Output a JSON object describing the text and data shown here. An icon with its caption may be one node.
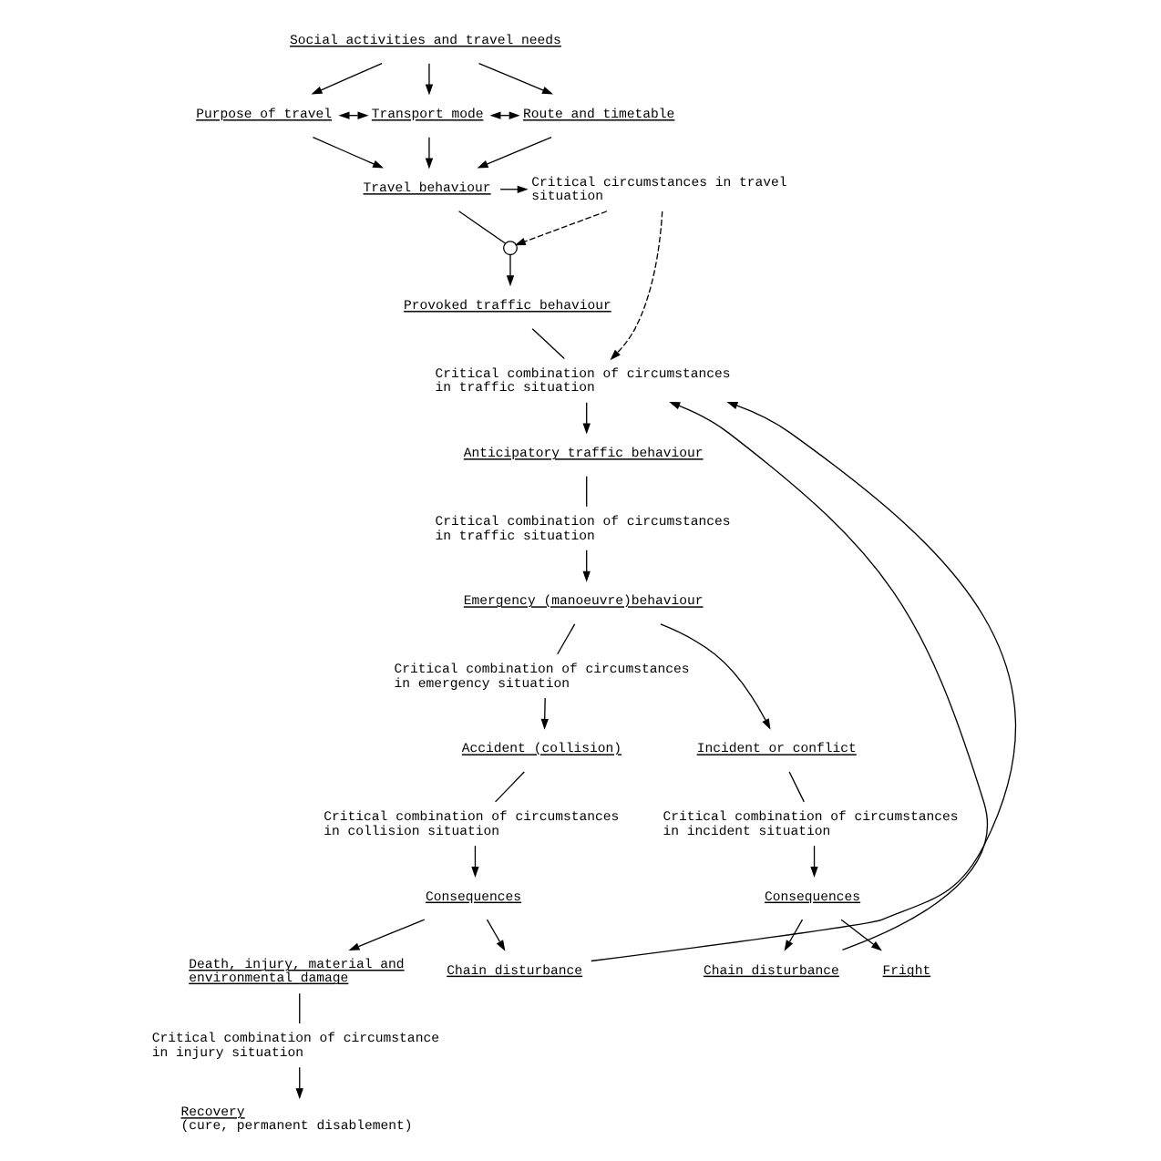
{
  "diagram": {
    "nodes": [
      {
        "text": [
          "Social activities and travel needs"
        ]
      },
      {
        "text": [
          "Purpose of travel"
        ]
      },
      {
        "text": [
          "Transport mode"
        ]
      },
      {
        "text": [
          "Route and timetable"
        ]
      },
      {
        "text": [
          "Travel behaviour"
        ]
      },
      {
        "text": [
          "Critical circumstances in travel situation"
        ]
      },
      {
        "text": [],
        "shape": "circle"
      },
      {
        "text": [
          "Provoked traffic behaviour"
        ]
      },
      {
        "text": [
          "Critical combination of circumstances in traffic situation"
        ]
      },
      {
        "text": [
          "Anticipatory traffic behaviour"
        ]
      },
      {
        "text": [
          "Critical combination of circumstances in traffic situation"
        ]
      },
      {
        "text": [
          "Emergency (manoeuvre)behaviour"
        ]
      },
      {
        "text": [
          "Critical combination of circumstances in emergency situation"
        ]
      },
      {
        "text": [
          "Incident or conflict"
        ]
      },
      {
        "text": [
          "Accident (collision)"
        ]
      },
      {
        "text": [
          "Critical combination of circumstances in incident situation"
        ]
      },
      {
        "text": [
          "Critical combination of circumstances in collision situation"
        ]
      },
      {
        "text": [
          "Consequences"
        ]
      },
      {
        "text": [
          "Consequences"
        ]
      },
      {
        "text": [
          "Chain disturbance"
        ]
      },
      {
        "text": [
          "Fright"
        ]
      },
      {
        "text": [
          "Death, injury, material and environmental damage"
        ]
      },
      {
        "text": [
          "Chain disturbance"
        ]
      },
      {
        "text": [
          "Critical combination of circumstance in injury situation"
        ]
      },
      {
        "text": [
          "Recovery",
          "(cure, permanent disablement)"
        ]
      }
    ],
    "edges": [
      {
        "from": 0,
        "to": 1,
        "arrow": "to"
      },
      {
        "from": 0,
        "to": 2,
        "arrow": "to"
      },
      {
        "from": 0,
        "to": 3,
        "arrow": "to"
      },
      {
        "from": 1,
        "to": 2,
        "arrow": "both"
      },
      {
        "from": 2,
        "to": 3,
        "arrow": "both"
      },
      {
        "from": 1,
        "to": 4,
        "arrow": "to"
      },
      {
        "from": 2,
        "to": 4,
        "arrow": "to"
      },
      {
        "from": 3,
        "to": 4,
        "arrow": "to"
      },
      {
        "from": 4,
        "to": 5,
        "arrow": "to"
      },
      {
        "from": 4,
        "to": 6,
        "arrow": "none"
      },
      {
        "from": 6,
        "to": 7,
        "arrow": "to"
      },
      {
        "from": 5,
        "to": 6,
        "arrow": "to",
        "style": "dashed"
      },
      {
        "from": 5,
        "to": 8,
        "arrow": "to",
        "style": "dashed"
      },
      {
        "from": 7,
        "to": 8,
        "arrow": "none"
      },
      {
        "from": 8,
        "to": 9,
        "arrow": "to"
      },
      {
        "from": 9,
        "to": 10,
        "arrow": "none"
      },
      {
        "from": 10,
        "to": 11,
        "arrow": "to"
      },
      {
        "from": 11,
        "to": 13,
        "arrow": "to"
      },
      {
        "from": 11,
        "to": 12,
        "arrow": "none"
      },
      {
        "from": 12,
        "to": 14,
        "arrow": "to"
      },
      {
        "from": 13,
        "to": 15,
        "arrow": "none"
      },
      {
        "from": 15,
        "to": 17,
        "arrow": "to"
      },
      {
        "from": 14,
        "to": 16,
        "arrow": "none"
      },
      {
        "from": 16,
        "to": 18,
        "arrow": "to"
      },
      {
        "from": 17,
        "to": 19,
        "arrow": "to"
      },
      {
        "from": 17,
        "to": 20,
        "arrow": "to"
      },
      {
        "from": 18,
        "to": 21,
        "arrow": "to"
      },
      {
        "from": 18,
        "to": 22,
        "arrow": "to"
      },
      {
        "from": 19,
        "to": 8,
        "arrow": "to"
      },
      {
        "from": 22,
        "to": 8,
        "arrow": "to"
      },
      {
        "from": 21,
        "to": 23,
        "arrow": "none"
      },
      {
        "from": 23,
        "to": 24,
        "arrow": "to"
      }
    ]
  }
}
